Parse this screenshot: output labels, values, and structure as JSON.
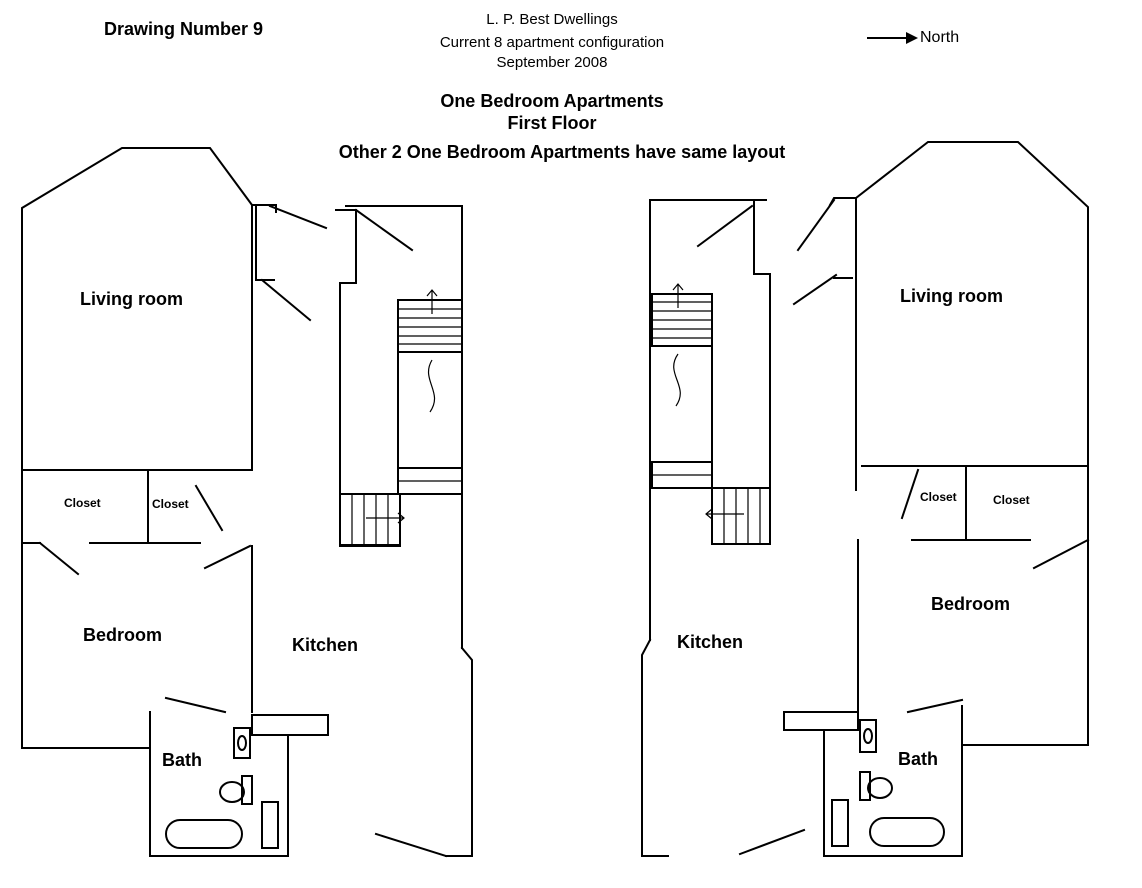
{
  "header": {
    "drawing_number": "Drawing Number 9",
    "company": "L. P. Best Dwellings",
    "configuration": "Current 8 apartment configuration",
    "date": "September 2008",
    "north_label": "North"
  },
  "title": {
    "line1": "One Bedroom Apartments",
    "line2": "First Floor",
    "line3": "Other 2 One Bedroom Apartments have same layout"
  },
  "left_apartment": {
    "living_room": "Living room",
    "closet_1": "Closet",
    "closet_2": "Closet",
    "bedroom": "Bedroom",
    "kitchen": "Kitchen",
    "bath": "Bath"
  },
  "right_apartment": {
    "living_room": "Living room",
    "closet_1": "Closet",
    "closet_2": "Closet",
    "bedroom": "Bedroom",
    "kitchen": "Kitchen",
    "bath": "Bath"
  }
}
